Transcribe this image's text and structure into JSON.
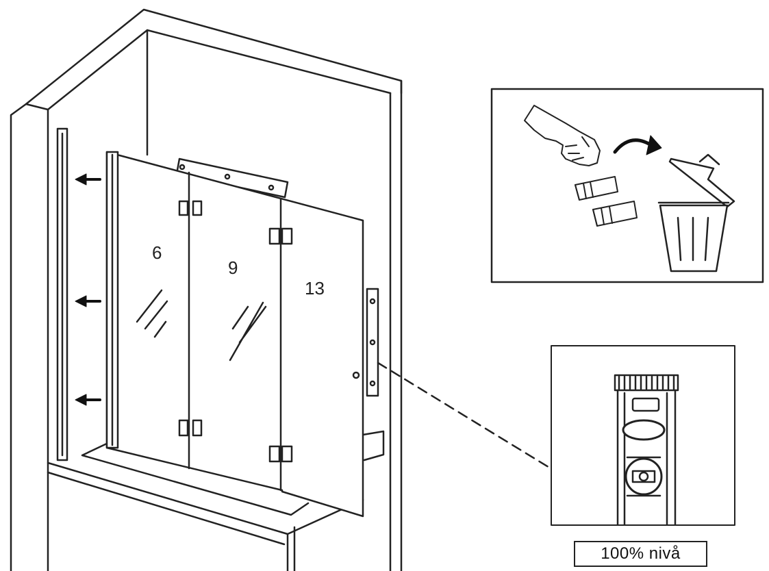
{
  "panels": [
    {
      "label": "6"
    },
    {
      "label": "9"
    },
    {
      "label": "13"
    }
  ],
  "level_caption": "100%  nivå",
  "icons": [
    "arrow-left-icon",
    "hand-icon",
    "curved-arrow-icon",
    "trash-bin-icon",
    "spirit-level-icon"
  ],
  "colors": {
    "line": "#222222",
    "background": "#ffffff"
  }
}
